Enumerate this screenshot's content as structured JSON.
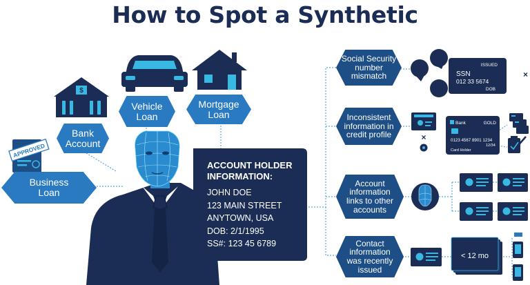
{
  "title": "How to Spot a Synthetic",
  "left_items": {
    "business_loan": [
      "Business",
      "Loan"
    ],
    "bank_account": [
      "Bank",
      "Account"
    ],
    "vehicle_loan": [
      "Vehicle",
      "Loan"
    ],
    "mortgage_loan": [
      "Mortgage",
      "Loan"
    ],
    "approved_stamp": "APPROVED"
  },
  "account_panel": {
    "heading": [
      "ACCOUNT HOLDER",
      "INFORMATION:"
    ],
    "lines": [
      "JOHN DOE",
      "123 MAIN STREET",
      "ANYTOWN, USA",
      "DOB: 2/1/1995",
      "SS#: 123 45 6789"
    ]
  },
  "signs": [
    {
      "label": [
        "Social Security",
        "number",
        "mismatch"
      ]
    },
    {
      "label": [
        "Inconsistent",
        "information in",
        "credit profile"
      ]
    },
    {
      "label": [
        "Account",
        "information",
        "links to other",
        "accounts"
      ]
    },
    {
      "label": [
        "Contact",
        "information",
        "was recently",
        "issued"
      ]
    }
  ],
  "ssn_card": {
    "issued": "ISSUED",
    "label": "SSN",
    "number": "012 33 5674",
    "dob": "DOB"
  },
  "credit_card": {
    "bank": "Bank",
    "tier": "GOLD",
    "number": "0123 4567 8901 1234",
    "date": "12/34",
    "holder": "Card Holder"
  },
  "recency": "< 12 mo",
  "colors": {
    "navy": "#1b2d55",
    "blue": "#2a7ac2",
    "dark_blue": "#1d4f86",
    "accent": "#38b8e3"
  }
}
